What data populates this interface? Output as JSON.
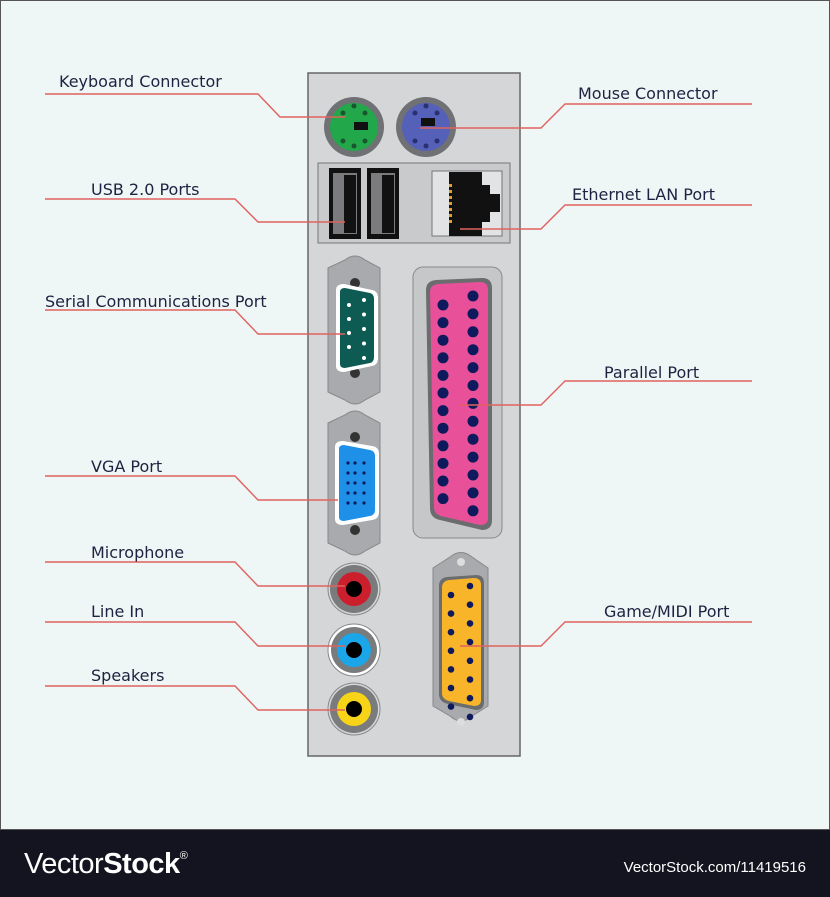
{
  "labels": {
    "keyboard": "Keyboard Connector",
    "mouse": "Mouse Connector",
    "usb": "USB 2.0 Ports",
    "ethernet": "Ethernet LAN Port",
    "serial": "Serial Communications Port",
    "parallel": "Parallel Port",
    "vga": "VGA Port",
    "microphone": "Microphone",
    "line_in": "Line In",
    "game": "Game/MIDI Port",
    "speakers": "Speakers"
  },
  "colors": {
    "background": "#eff6f6",
    "panel": "#d5d6d8",
    "leader_line": "#e0625e",
    "label_text": "#1d2340",
    "keyboard": "#22a84a",
    "mouse": "#5560b8",
    "serial": "#0d5b52",
    "parallel": "#e8519a",
    "vga": "#1e90e8",
    "microphone": "#cc1f2e",
    "line_in": "#1aa6e8",
    "speakers": "#f7d417",
    "game": "#f9b52a",
    "pin": "#0e1a5c",
    "footer": "#13141f"
  },
  "footer": {
    "logo_light": "Vector",
    "logo_bold": "Stock",
    "logo_mark": "®",
    "url": "VectorStock.com/11419516"
  }
}
